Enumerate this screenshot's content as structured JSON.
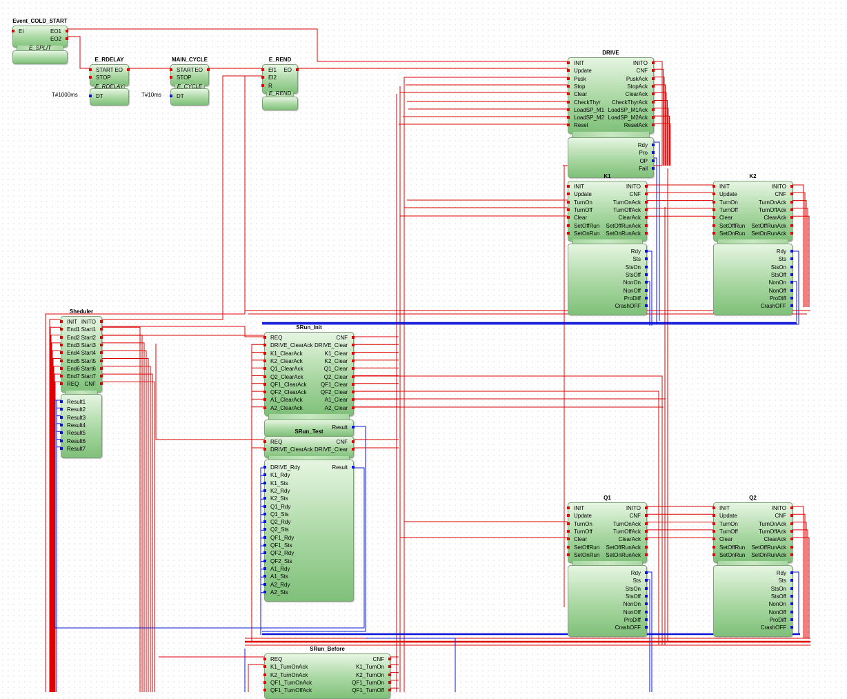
{
  "blocks": {
    "ecs": {
      "title": "Event_COLD_START",
      "type": "E_SPLIT",
      "left_inputs": [
        {
          "l": "EI",
          "k": "ev"
        }
      ],
      "right_outputs": [
        {
          "l": "EO1",
          "k": "ev"
        },
        {
          "l": "EO2",
          "k": "ev"
        }
      ]
    },
    "erdelay": {
      "title": "E_RDELAY",
      "type": "E_RDELAY",
      "left_inputs": [
        {
          "l": "START",
          "k": "ev"
        },
        {
          "l": "STOP",
          "k": "ev"
        }
      ],
      "right_outputs": [
        {
          "l": "EO",
          "k": "ev"
        }
      ],
      "left_data": [
        {
          "l": "DT",
          "k": "dt"
        }
      ],
      "right_data": [],
      "param": "T#1000ms"
    },
    "maincycle": {
      "title": "MAIN_CYCLE",
      "type": "E_CYCLE",
      "left_inputs": [
        {
          "l": "START",
          "k": "ev"
        },
        {
          "l": "STOP",
          "k": "ev"
        }
      ],
      "right_outputs": [
        {
          "l": "EO",
          "k": "ev"
        }
      ],
      "left_data": [
        {
          "l": "DT",
          "k": "dt"
        }
      ],
      "right_data": [],
      "param": "T#10ms"
    },
    "erend": {
      "title": "E_REND",
      "type": "E_REND",
      "left_inputs": [
        {
          "l": "EI1",
          "k": "ev"
        },
        {
          "l": "EI2",
          "k": "ev"
        },
        {
          "l": "R",
          "k": "ev"
        }
      ],
      "right_outputs": [
        {
          "l": "EO",
          "k": "ev"
        }
      ]
    },
    "drive": {
      "title": "DRIVE",
      "left_inputs": [
        {
          "l": "INIT",
          "k": "ev"
        },
        {
          "l": "Update",
          "k": "ev"
        },
        {
          "l": "Pusk",
          "k": "ev"
        },
        {
          "l": "Stop",
          "k": "ev"
        },
        {
          "l": "Clear",
          "k": "ev"
        },
        {
          "l": "CheckThyr",
          "k": "ev"
        },
        {
          "l": "LoadSP_M1",
          "k": "ev"
        },
        {
          "l": "LoadSP_M2",
          "k": "ev"
        },
        {
          "l": "Reset",
          "k": "ev"
        }
      ],
      "right_outputs": [
        {
          "l": "INITO",
          "k": "ev"
        },
        {
          "l": "CNF",
          "k": "ev"
        },
        {
          "l": "PuskAck",
          "k": "ev"
        },
        {
          "l": "StopAck",
          "k": "ev"
        },
        {
          "l": "ClearAck",
          "k": "ev"
        },
        {
          "l": "CheckThyrAck",
          "k": "ev"
        },
        {
          "l": "LoadSP_M1Ack",
          "k": "ev"
        },
        {
          "l": "LoadSP_M2Ack",
          "k": "ev"
        },
        {
          "l": "ResetAck",
          "k": "ev"
        }
      ],
      "left_data": [],
      "right_data": [
        {
          "l": "Rdy",
          "k": "dt"
        },
        {
          "l": "Pro",
          "k": "dt"
        },
        {
          "l": "OP",
          "k": "dt"
        },
        {
          "l": "Fail",
          "k": "dt"
        }
      ]
    },
    "k1": {
      "title": "K1",
      "left_inputs": [
        {
          "l": "INIT",
          "k": "ev"
        },
        {
          "l": "Update",
          "k": "ev"
        },
        {
          "l": "TurnOn",
          "k": "ev"
        },
        {
          "l": "TurnOff",
          "k": "ev"
        },
        {
          "l": "Clear",
          "k": "ev"
        },
        {
          "l": "SetOffRun",
          "k": "ev"
        },
        {
          "l": "SetOnRun",
          "k": "ev"
        }
      ],
      "right_outputs": [
        {
          "l": "INITO",
          "k": "ev"
        },
        {
          "l": "CNF",
          "k": "ev"
        },
        {
          "l": "TurnOnAck",
          "k": "ev"
        },
        {
          "l": "TurnOffAck",
          "k": "ev"
        },
        {
          "l": "ClearAck",
          "k": "ev"
        },
        {
          "l": "SetOffRunAck",
          "k": "ev"
        },
        {
          "l": "SetOnRunAck",
          "k": "ev"
        }
      ],
      "left_data": [],
      "right_data": [
        {
          "l": "Rdy",
          "k": "dt"
        },
        {
          "l": "Sts",
          "k": "dt"
        },
        {
          "l": "StsOn",
          "k": "dt"
        },
        {
          "l": "StsOff",
          "k": "dt"
        },
        {
          "l": "NonOn",
          "k": "dt"
        },
        {
          "l": "NonOff",
          "k": "dt"
        },
        {
          "l": "ProDiff",
          "k": "dt"
        },
        {
          "l": "CrashOFF",
          "k": "dt"
        }
      ]
    },
    "k2": {
      "title": "K2",
      "left_inputs": [
        {
          "l": "INIT",
          "k": "ev"
        },
        {
          "l": "Update",
          "k": "ev"
        },
        {
          "l": "TurnOn",
          "k": "ev"
        },
        {
          "l": "TurnOff",
          "k": "ev"
        },
        {
          "l": "Clear",
          "k": "ev"
        },
        {
          "l": "SetOffRun",
          "k": "ev"
        },
        {
          "l": "SetOnRun",
          "k": "ev"
        }
      ],
      "right_outputs": [
        {
          "l": "INITO",
          "k": "ev"
        },
        {
          "l": "CNF",
          "k": "ev"
        },
        {
          "l": "TurnOnAck",
          "k": "ev"
        },
        {
          "l": "TurnOffAck",
          "k": "ev"
        },
        {
          "l": "ClearAck",
          "k": "ev"
        },
        {
          "l": "SetOffRunAck",
          "k": "ev"
        },
        {
          "l": "SetOnRunAck",
          "k": "ev"
        }
      ],
      "left_data": [],
      "right_data": [
        {
          "l": "Rdy",
          "k": "dt"
        },
        {
          "l": "Sts",
          "k": "dt"
        },
        {
          "l": "StsOn",
          "k": "dt"
        },
        {
          "l": "StsOff",
          "k": "dt"
        },
        {
          "l": "NonOn",
          "k": "dt"
        },
        {
          "l": "NonOff",
          "k": "dt"
        },
        {
          "l": "ProDiff",
          "k": "dt"
        },
        {
          "l": "CrashOFF",
          "k": "dt"
        }
      ]
    },
    "sheduler": {
      "title": "Sheduler",
      "left_inputs": [
        {
          "l": "INIT",
          "k": "ev"
        },
        {
          "l": "End1",
          "k": "ev"
        },
        {
          "l": "End2",
          "k": "ev"
        },
        {
          "l": "End3",
          "k": "ev"
        },
        {
          "l": "End4",
          "k": "ev"
        },
        {
          "l": "End5",
          "k": "ev"
        },
        {
          "l": "End6",
          "k": "ev"
        },
        {
          "l": "End7",
          "k": "ev"
        },
        {
          "l": "REQ",
          "k": "ev"
        }
      ],
      "right_outputs": [
        {
          "l": "INITO",
          "k": "ev"
        },
        {
          "l": "Start1",
          "k": "ev"
        },
        {
          "l": "Start2",
          "k": "ev"
        },
        {
          "l": "Start3",
          "k": "ev"
        },
        {
          "l": "Start4",
          "k": "ev"
        },
        {
          "l": "Start5",
          "k": "ev"
        },
        {
          "l": "Start6",
          "k": "ev"
        },
        {
          "l": "Start7",
          "k": "ev"
        },
        {
          "l": "CNF",
          "k": "ev"
        }
      ],
      "left_data": [
        {
          "l": "Result1",
          "k": "dt"
        },
        {
          "l": "Result2",
          "k": "dt"
        },
        {
          "l": "Result3",
          "k": "dt"
        },
        {
          "l": "Result4",
          "k": "dt"
        },
        {
          "l": "Result5",
          "k": "dt"
        },
        {
          "l": "Result6",
          "k": "dt"
        },
        {
          "l": "Result7",
          "k": "dt"
        }
      ],
      "right_data": []
    },
    "sruninit": {
      "title": "SRun_Init",
      "left_inputs": [
        {
          "l": "REQ",
          "k": "ev"
        },
        {
          "l": "DRIVE_ClearAck",
          "k": "ev"
        },
        {
          "l": "K1_ClearAck",
          "k": "ev"
        },
        {
          "l": "K2_ClearAck",
          "k": "ev"
        },
        {
          "l": "Q1_ClearAck",
          "k": "ev"
        },
        {
          "l": "Q2_ClearAck",
          "k": "ev"
        },
        {
          "l": "QF1_ClearAck",
          "k": "ev"
        },
        {
          "l": "QF2_ClearAck",
          "k": "ev"
        },
        {
          "l": "A1_ClearAck",
          "k": "ev"
        },
        {
          "l": "A2_ClearAck",
          "k": "ev"
        }
      ],
      "right_outputs": [
        {
          "l": "CNF",
          "k": "ev"
        },
        {
          "l": "DRIVE_Clear",
          "k": "ev"
        },
        {
          "l": "K1_Clear",
          "k": "ev"
        },
        {
          "l": "K2_Clear",
          "k": "ev"
        },
        {
          "l": "Q1_Clear",
          "k": "ev"
        },
        {
          "l": "Q2_Clear",
          "k": "ev"
        },
        {
          "l": "QF1_Clear",
          "k": "ev"
        },
        {
          "l": "QF2_Clear",
          "k": "ev"
        },
        {
          "l": "A1_Clear",
          "k": "ev"
        },
        {
          "l": "A2_Clear",
          "k": "ev"
        }
      ],
      "left_data": [],
      "right_data": [
        {
          "l": "Result",
          "k": "dt"
        }
      ]
    },
    "sruntest": {
      "title": "SRun_Test",
      "left_inputs": [
        {
          "l": "REQ",
          "k": "ev"
        },
        {
          "l": "DRIVE_ClearAck",
          "k": "ev"
        }
      ],
      "right_outputs": [
        {
          "l": "CNF",
          "k": "ev"
        },
        {
          "l": "DRIVE_Clear",
          "k": "ev"
        }
      ],
      "left_data": [
        {
          "l": "DRIVE_Rdy",
          "k": "dt"
        },
        {
          "l": "K1_Rdy",
          "k": "dt"
        },
        {
          "l": "K1_Sts",
          "k": "dt"
        },
        {
          "l": "K2_Rdy",
          "k": "dt"
        },
        {
          "l": "K2_Sts",
          "k": "dt"
        },
        {
          "l": "Q1_Rdy",
          "k": "dt"
        },
        {
          "l": "Q1_Sts",
          "k": "dt"
        },
        {
          "l": "Q2_Rdy",
          "k": "dt"
        },
        {
          "l": "Q2_Sts",
          "k": "dt"
        },
        {
          "l": "QF1_Rdy",
          "k": "dt"
        },
        {
          "l": "QF1_Sts",
          "k": "dt"
        },
        {
          "l": "QF2_Rdy",
          "k": "dt"
        },
        {
          "l": "QF2_Sts",
          "k": "dt"
        },
        {
          "l": "A1_Rdy",
          "k": "dt"
        },
        {
          "l": "A1_Sts",
          "k": "dt"
        },
        {
          "l": "A2_Rdy",
          "k": "dt"
        },
        {
          "l": "A2_Sts",
          "k": "dt"
        }
      ],
      "right_data": [
        {
          "l": "Result",
          "k": "dt"
        }
      ]
    },
    "q1": {
      "title": "Q1",
      "left_inputs": [
        {
          "l": "INIT",
          "k": "ev"
        },
        {
          "l": "Update",
          "k": "ev"
        },
        {
          "l": "TurnOn",
          "k": "ev"
        },
        {
          "l": "TurnOff",
          "k": "ev"
        },
        {
          "l": "Clear",
          "k": "ev"
        },
        {
          "l": "SetOffRun",
          "k": "ev"
        },
        {
          "l": "SetOnRun",
          "k": "ev"
        }
      ],
      "right_outputs": [
        {
          "l": "INITO",
          "k": "ev"
        },
        {
          "l": "CNF",
          "k": "ev"
        },
        {
          "l": "TurnOnAck",
          "k": "ev"
        },
        {
          "l": "TurnOffAck",
          "k": "ev"
        },
        {
          "l": "ClearAck",
          "k": "ev"
        },
        {
          "l": "SetOffRunAck",
          "k": "ev"
        },
        {
          "l": "SetOnRunAck",
          "k": "ev"
        }
      ],
      "left_data": [],
      "right_data": [
        {
          "l": "Rdy",
          "k": "dt"
        },
        {
          "l": "Sts",
          "k": "dt"
        },
        {
          "l": "StsOn",
          "k": "dt"
        },
        {
          "l": "StsOff",
          "k": "dt"
        },
        {
          "l": "NonOn",
          "k": "dt"
        },
        {
          "l": "NonOff",
          "k": "dt"
        },
        {
          "l": "ProDiff",
          "k": "dt"
        },
        {
          "l": "CrashOFF",
          "k": "dt"
        }
      ]
    },
    "q2": {
      "title": "Q2",
      "left_inputs": [
        {
          "l": "INIT",
          "k": "ev"
        },
        {
          "l": "Update",
          "k": "ev"
        },
        {
          "l": "TurnOn",
          "k": "ev"
        },
        {
          "l": "TurnOff",
          "k": "ev"
        },
        {
          "l": "Clear",
          "k": "ev"
        },
        {
          "l": "SetOffRun",
          "k": "ev"
        },
        {
          "l": "SetOnRun",
          "k": "ev"
        }
      ],
      "right_outputs": [
        {
          "l": "INITO",
          "k": "ev"
        },
        {
          "l": "CNF",
          "k": "ev"
        },
        {
          "l": "TurnOnAck",
          "k": "ev"
        },
        {
          "l": "TurnOffAck",
          "k": "ev"
        },
        {
          "l": "ClearAck",
          "k": "ev"
        },
        {
          "l": "SetOffRunAck",
          "k": "ev"
        },
        {
          "l": "SetOnRunAck",
          "k": "ev"
        }
      ],
      "left_data": [],
      "right_data": [
        {
          "l": "Rdy",
          "k": "dt"
        },
        {
          "l": "Sts",
          "k": "dt"
        },
        {
          "l": "StsOn",
          "k": "dt"
        },
        {
          "l": "StsOff",
          "k": "dt"
        },
        {
          "l": "NonOn",
          "k": "dt"
        },
        {
          "l": "NonOff",
          "k": "dt"
        },
        {
          "l": "ProDiff",
          "k": "dt"
        },
        {
          "l": "CrashOFF",
          "k": "dt"
        }
      ]
    },
    "srunbefore": {
      "title": "SRun_Before",
      "left_inputs": [
        {
          "l": "REQ",
          "k": "ev"
        },
        {
          "l": "K1_TurnOnAck",
          "k": "ev"
        },
        {
          "l": "K2_TurnOnAck",
          "k": "ev"
        },
        {
          "l": "QF1_TurnOnAck",
          "k": "ev"
        },
        {
          "l": "QF1_TurnOffAck",
          "k": "ev"
        }
      ],
      "right_outputs": [
        {
          "l": "CNF",
          "k": "ev"
        },
        {
          "l": "K1_TurnOn",
          "k": "ev"
        },
        {
          "l": "K2_TurnOn",
          "k": "ev"
        },
        {
          "l": "QF1_TurnOn",
          "k": "ev"
        },
        {
          "l": "QF1_TurnOff",
          "k": "ev"
        }
      ],
      "left_data": [],
      "right_data": []
    }
  },
  "colors": {
    "event_wire": "#e00000",
    "data_wire": "#0a14d8",
    "block_fill": "#a9d7a2",
    "block_border": "#7fa27a"
  }
}
